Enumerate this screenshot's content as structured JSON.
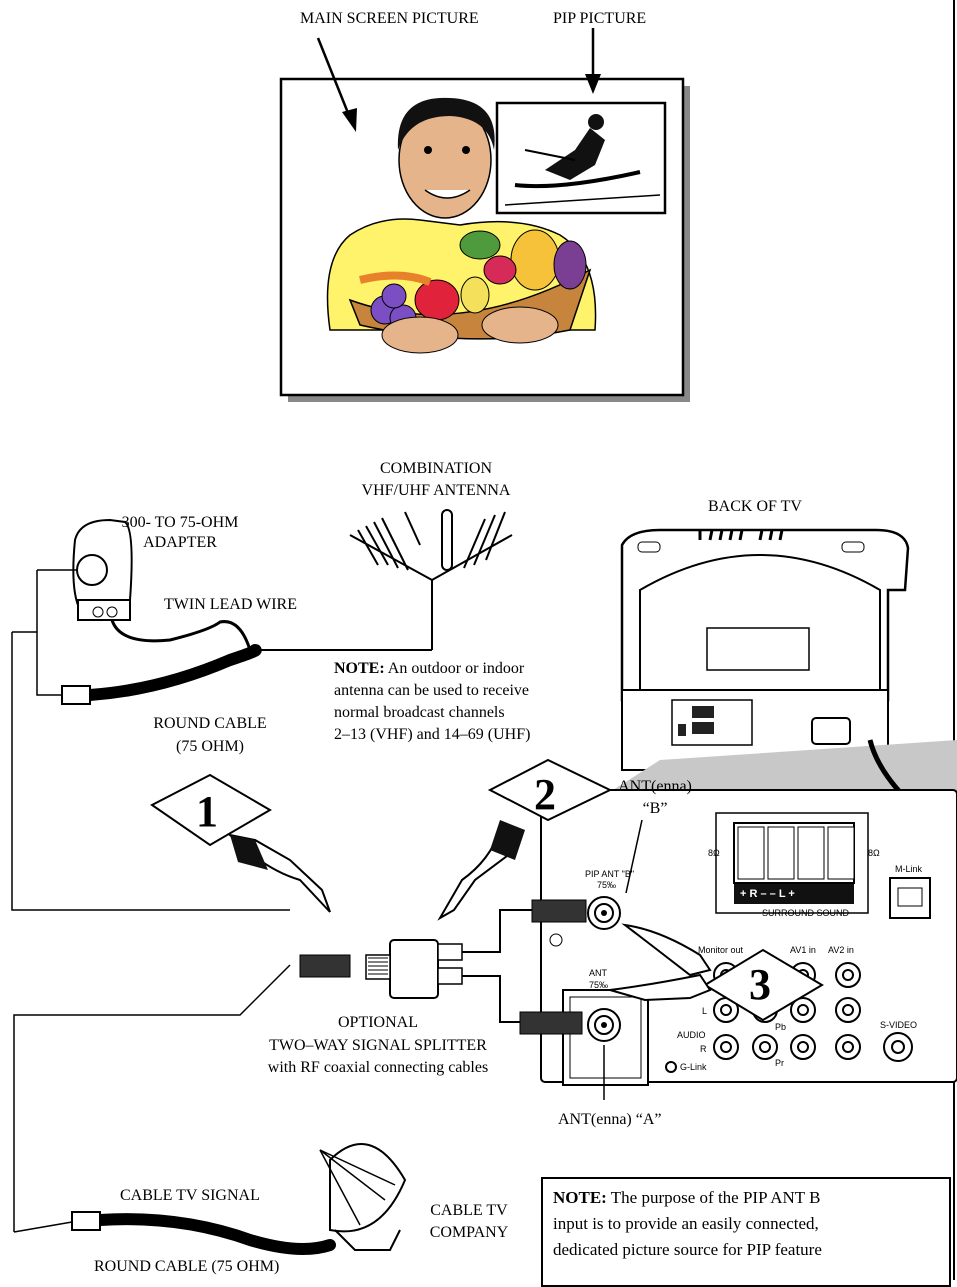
{
  "top": {
    "main_screen_label": "MAIN SCREEN PICTURE",
    "pip_label": "PIP  PICTURE"
  },
  "antenna": {
    "label_line1": "COMBINATION",
    "label_line2": "VHF/UHF ANTENNA"
  },
  "adapter": {
    "label_line1": "300- TO 75-OHM",
    "label_line2": "ADAPTER",
    "twin_lead": "TWIN LEAD WIRE",
    "round_cable_line1": "ROUND CABLE",
    "round_cable_line2": "(75 OHM)"
  },
  "note_antenna": {
    "bold": "NOTE:",
    "line1": " An outdoor or indoor",
    "line2": "antenna can be used to receive",
    "line3": "normal broadcast channels",
    "line4": "2–13 (VHF) and 14–69 (UHF)"
  },
  "tv": {
    "back_label": "BACK OF TV",
    "ant_b_line1": "ANT(enna)",
    "ant_b_line2": "“B”",
    "ant_a": "ANT(enna) “A”",
    "panel": {
      "pip_ant": "PIP ANT \"B\"",
      "ohm1": "75‰",
      "ant": "ANT",
      "ohm2": "75‰",
      "monitor_out": "Monitor out",
      "av1": "AV1 in",
      "av2": "AV2 in",
      "surround": "SURROUND SOUND",
      "mlink": "M-Link",
      "svideo": "S-VIDEO",
      "audio": "AUDIO",
      "r": "R",
      "l": "L",
      "pb": "Pb",
      "pr": "Pr",
      "glink": "G-Link",
      "ohm8a": "8Ω",
      "ohm8b": "8Ω",
      "speaker_terms": "+  R  –       –  L  +"
    }
  },
  "splitter": {
    "line1": "OPTIONAL",
    "line2": "TWO–WAY SIGNAL SPLITTER",
    "line3": "with RF coaxial connecting cables"
  },
  "cable": {
    "signal": "CABLE TV SIGNAL",
    "round": "ROUND CABLE (75 OHM)",
    "company_line1": "CABLE TV",
    "company_line2": "COMPANY"
  },
  "steps": [
    "1",
    "2",
    "3"
  ],
  "note_pip": {
    "bold": "NOTE:",
    "line1": "  The purpose of the PIP ANT B",
    "line2": "input is to provide an easily connected,",
    "line3": "dedicated picture source for PIP feature"
  }
}
